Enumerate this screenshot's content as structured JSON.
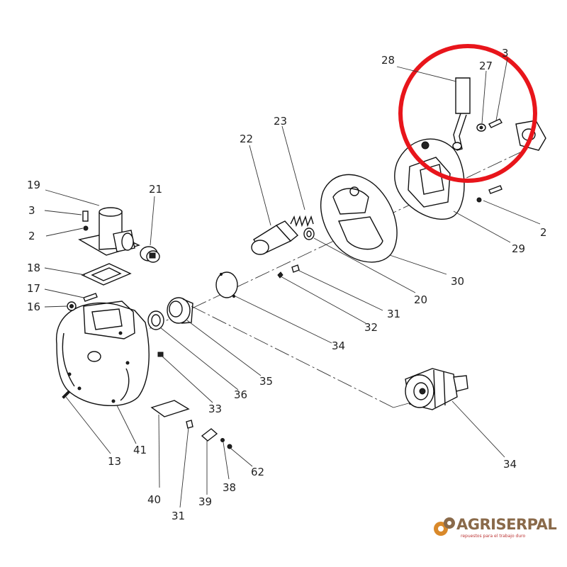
{
  "labels": {
    "l28": "28",
    "l27": "27",
    "l3a": "3",
    "l23": "23",
    "l22": "22",
    "l19": "19",
    "l21": "21",
    "l3b": "3",
    "l2a": "2",
    "l2b": "2",
    "l29": "29",
    "l18": "18",
    "l17": "17",
    "l16": "16",
    "l30": "30",
    "l20": "20",
    "l31a": "31",
    "l32": "32",
    "l34a": "34",
    "l35": "35",
    "l36": "36",
    "l33": "33",
    "l41": "41",
    "l13": "13",
    "l34b": "34",
    "l40": "40",
    "l31b": "31",
    "l39": "39",
    "l38": "38",
    "l62": "62"
  },
  "highlight": {
    "color": "#e8151b"
  },
  "logo": {
    "name": "AGRISERPAL",
    "tagline": "repuestos para el trabajo duro",
    "color": "#8a6a4a",
    "accent": "#d9892a"
  }
}
